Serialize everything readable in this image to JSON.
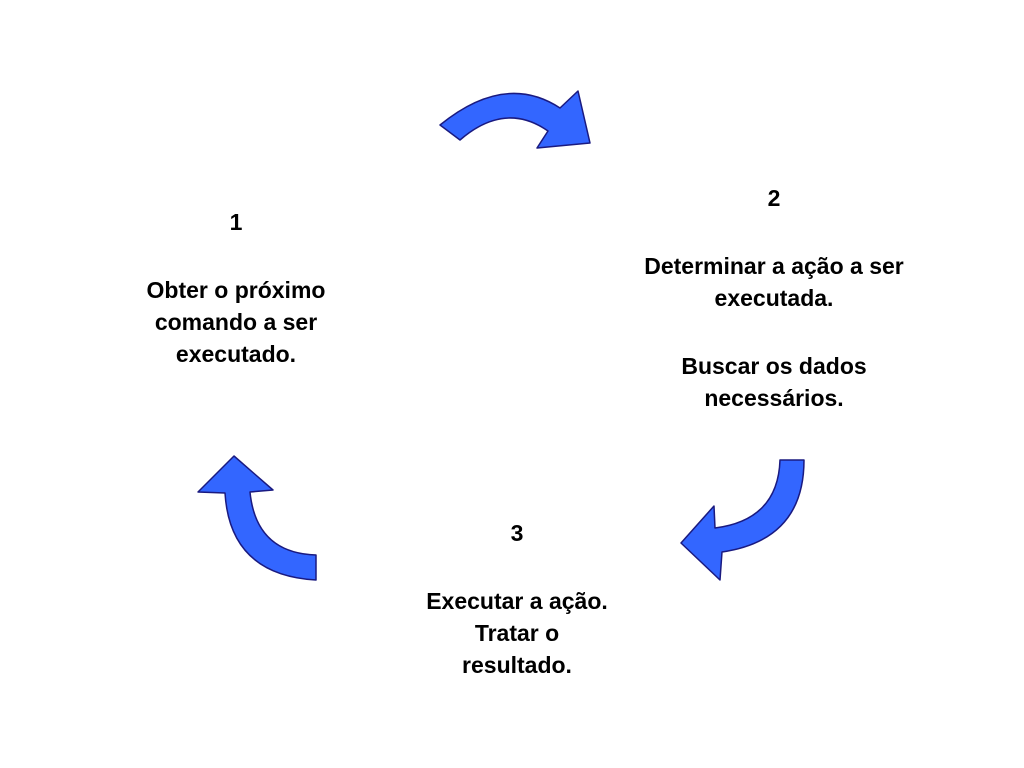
{
  "colors": {
    "arrow_fill": "#3366ff",
    "arrow_stroke": "#1a1a80",
    "text": "#000000",
    "background": "#ffffff"
  },
  "steps": [
    {
      "number": "1",
      "lines": [
        "Obter o próximo",
        "comando a ser",
        "executado."
      ],
      "extra_lines": []
    },
    {
      "number": "2",
      "lines": [
        "Determinar a ação a ser",
        "executada."
      ],
      "extra_lines": [
        "Buscar os dados",
        "necessários."
      ]
    },
    {
      "number": "3",
      "lines": [
        "Executar a ação.",
        "Tratar o",
        "resultado."
      ],
      "extra_lines": []
    }
  ],
  "arrows": [
    {
      "icon": "curved-arrow-right-icon"
    },
    {
      "icon": "curved-arrow-down-left-icon"
    },
    {
      "icon": "curved-arrow-up-icon"
    }
  ]
}
